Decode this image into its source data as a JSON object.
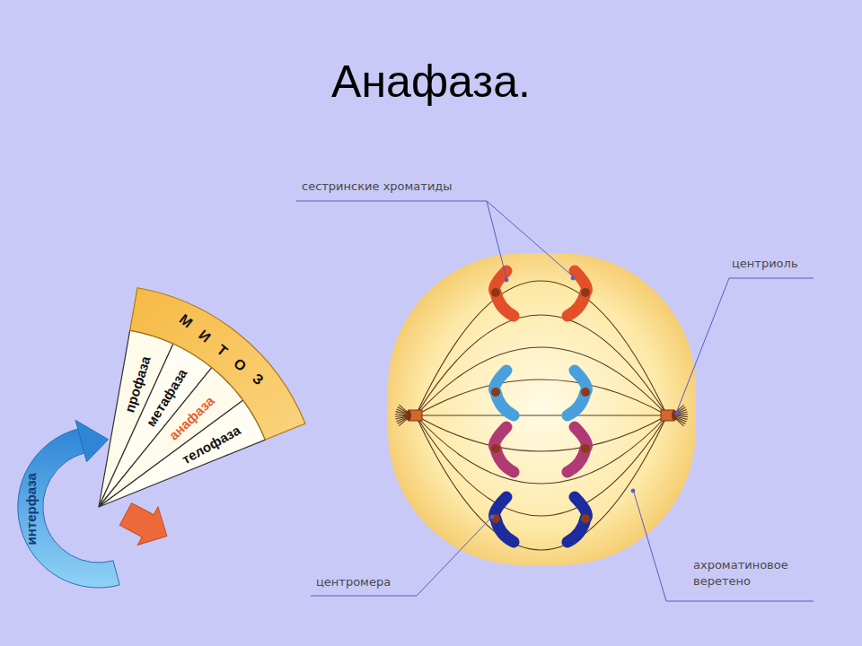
{
  "diagram": {
    "title": "Анафаза.",
    "nodes": [
      {
        "text": [
          "М И Т О З"
        ]
      },
      {
        "text": [
          "профаза"
        ]
      },
      {
        "text": [
          "метафаза"
        ]
      },
      {
        "text": [
          "анафаза"
        ]
      },
      {
        "text": [
          "телофаза"
        ]
      },
      {
        "text": [
          "интерфаза"
        ]
      }
    ],
    "labels": [
      "сестринские хроматиды",
      "центриоль",
      "центромера",
      "ахроматиновое веретено"
    ]
  }
}
